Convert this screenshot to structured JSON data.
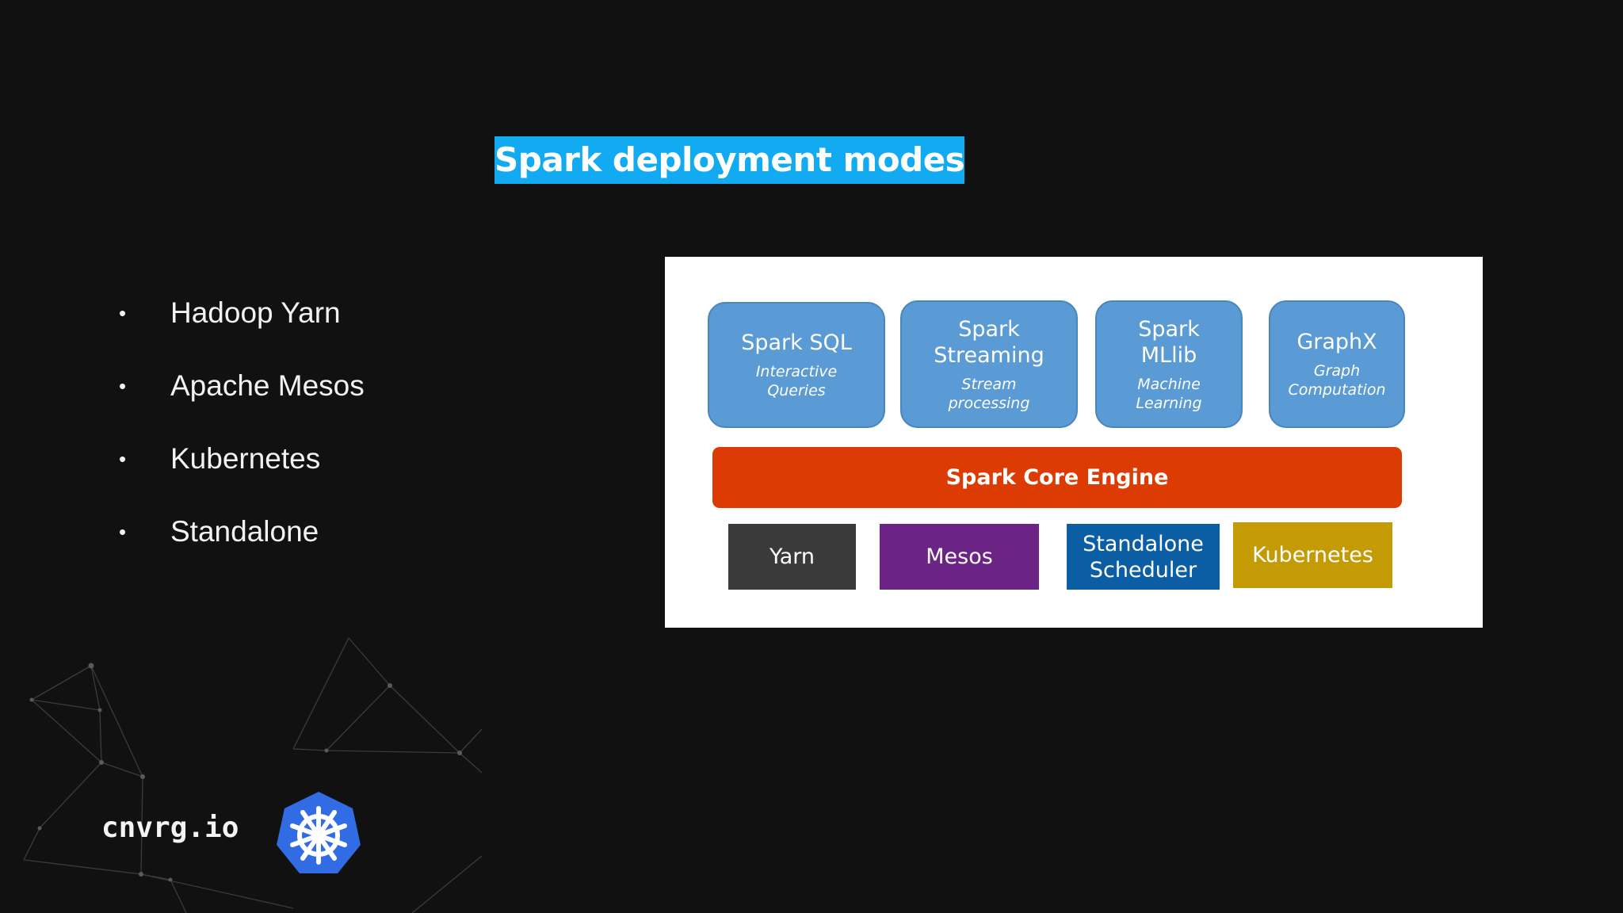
{
  "slide": {
    "title": "Spark deployment modes",
    "bullets": [
      "Hadoop Yarn",
      "Apache Mesos",
      "Kubernetes",
      "Standalone"
    ],
    "bullet_glyph": "•"
  },
  "diagram": {
    "libraries": [
      {
        "name": "Spark SQL",
        "sub": "Interactive Queries",
        "color": "#5b9bd5"
      },
      {
        "name": "Spark Streaming",
        "sub": "Stream processing",
        "color": "#5b9bd5"
      },
      {
        "name": "Spark MLlib",
        "sub": "Machine Learning",
        "color": "#5b9bd5"
      },
      {
        "name": "GraphX",
        "sub": "Graph Computation",
        "color": "#5b9bd5"
      }
    ],
    "core": {
      "label": "Spark Core Engine",
      "color": "#dc3c04"
    },
    "managers": [
      {
        "label": "Yarn",
        "color": "#3a3a3a"
      },
      {
        "label": "Mesos",
        "color": "#6b2485"
      },
      {
        "label": "Standalone Scheduler",
        "color": "#0b5ea3"
      },
      {
        "label": "Kubernetes",
        "color": "#c49a05"
      }
    ]
  },
  "branding": {
    "logo_text": "cnvrg.io",
    "logo_icon": "kubernetes-icon",
    "accent": "#12aaf0",
    "k8s_color": "#326ce5"
  }
}
